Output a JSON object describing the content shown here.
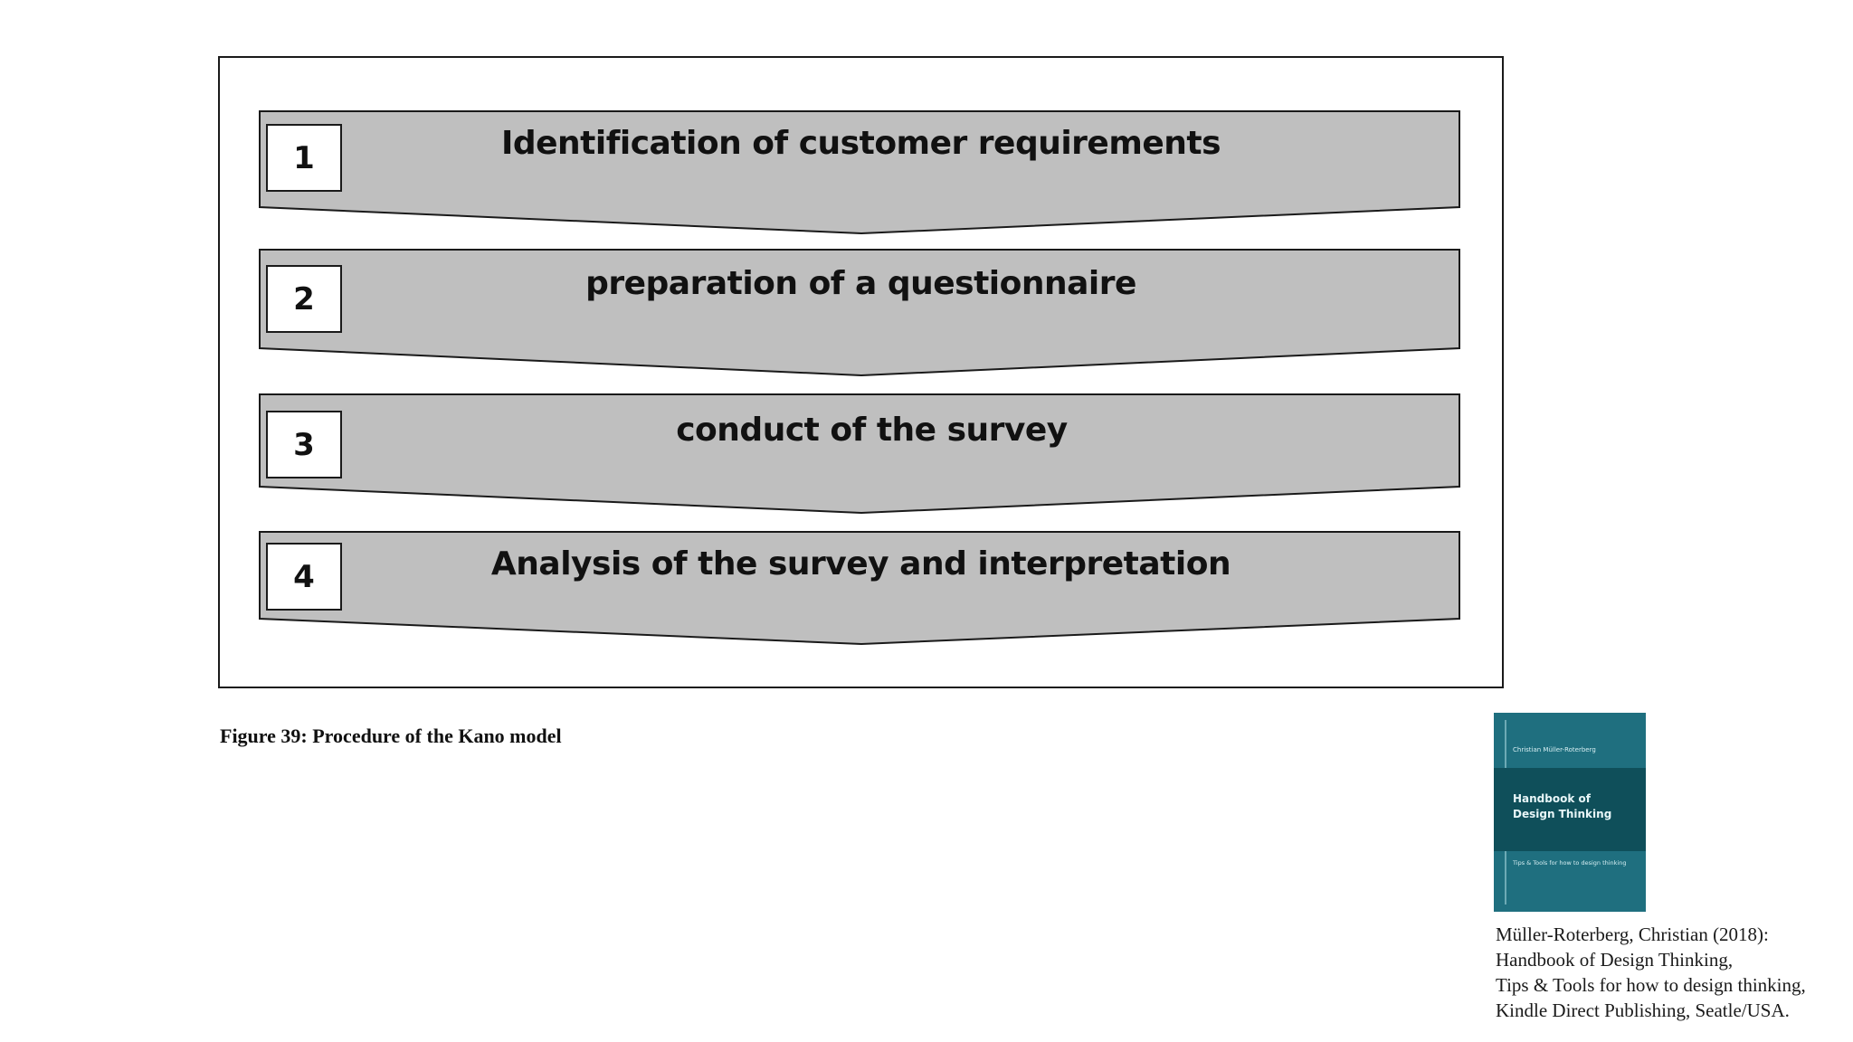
{
  "diagram": {
    "steps": [
      {
        "number": "1",
        "label": "Identification of customer requirements"
      },
      {
        "number": "2",
        "label": "preparation of a questionnaire"
      },
      {
        "number": "3",
        "label": "conduct of the survey"
      },
      {
        "number": "4",
        "label": "Analysis of the survey and interpretation"
      }
    ],
    "fill_color": "#bfbfbf",
    "stroke_color": "#1a1a1a"
  },
  "caption": "Figure 39: Procedure of the Kano model",
  "book": {
    "author": "Christian Müller-Roterberg",
    "title": "Handbook of\nDesign Thinking",
    "tagline": "Tips & Tools for how to design thinking",
    "cover_color": "#1f6f7f"
  },
  "citation": {
    "lines": [
      "Müller-Roterberg, Christian (2018):",
      "Handbook of Design Thinking,",
      "Tips & Tools for how to design thinking,",
      "Kindle Direct Publishing, Seatle/USA."
    ]
  }
}
